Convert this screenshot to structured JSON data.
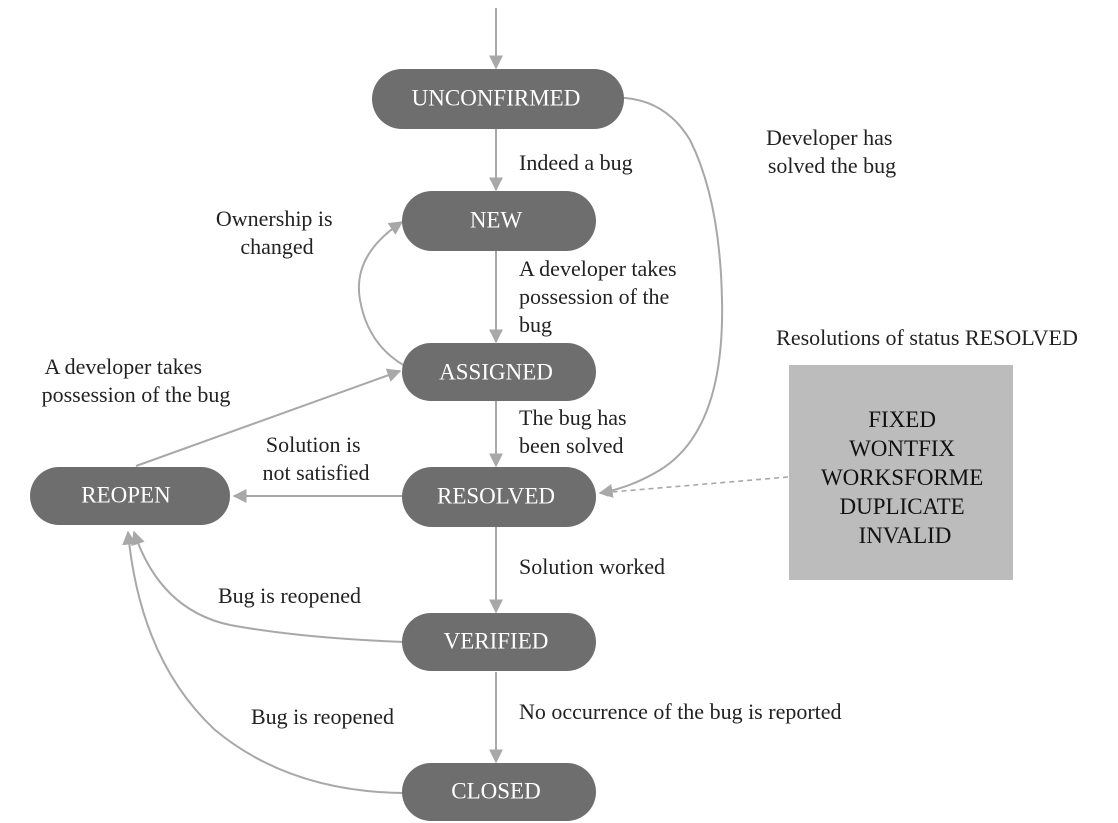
{
  "states": {
    "unconfirmed": "UNCONFIRMED",
    "new": "NEW",
    "assigned": "ASSIGNED",
    "resolved": "RESOLVED",
    "reopen": "REOPEN",
    "verified": "VERIFIED",
    "closed": "CLOSED"
  },
  "transitions": {
    "indeed_bug": [
      "Indeed a bug"
    ],
    "developer_solved": [
      "Developer has",
      "solved the bug"
    ],
    "ownership_changed": [
      "Ownership is",
      "changed"
    ],
    "takes_possession": [
      "A developer takes",
      "possession of the",
      "bug"
    ],
    "reopen_possession": [
      "A developer takes",
      "possession of the bug"
    ],
    "bug_solved": [
      "The bug has",
      "been solved"
    ],
    "not_satisfied": [
      "Solution is",
      "not satisfied"
    ],
    "solution_worked": [
      "Solution worked"
    ],
    "reopened_verified": [
      "Bug is reopened"
    ],
    "no_occurrence": [
      "No occurrence of the bug is reported"
    ],
    "reopened_closed": [
      "Bug is reopened"
    ]
  },
  "resolutions": {
    "title": "Resolutions of status RESOLVED",
    "items": [
      "FIXED",
      "WONTFIX",
      "WORKSFORME",
      "DUPLICATE",
      "INVALID"
    ]
  },
  "colors": {
    "node": "#6e6e6e",
    "edge": "#a8a8a8",
    "resolution_box": "#bcbcbc"
  }
}
